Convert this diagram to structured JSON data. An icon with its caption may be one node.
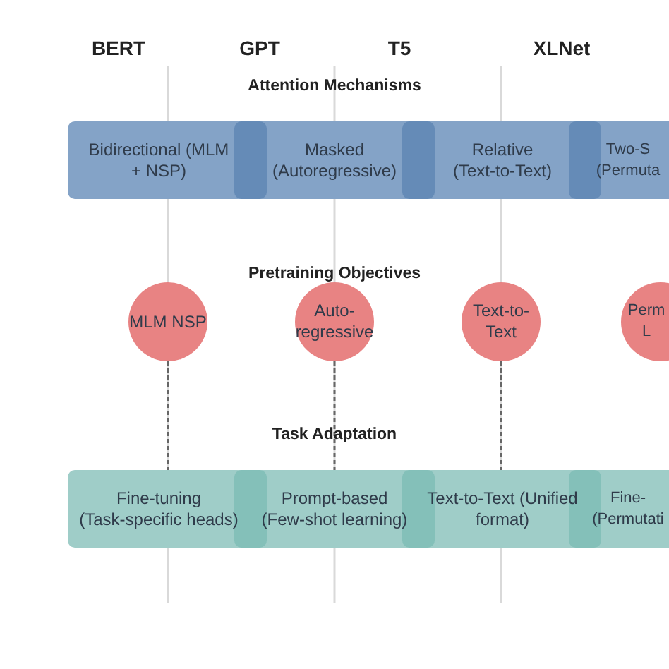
{
  "diagram": {
    "nodes": [
      {
        "text": [
          "Bidirectional (MLM + NSP)"
        ]
      },
      {
        "text": [
          "Masked (Autoregressive)"
        ]
      },
      {
        "text": [
          "Relative (Text-to-Text)"
        ]
      },
      {
        "text": [
          "Two-S (Permuta"
        ]
      },
      {
        "text": [
          "MLM NSP"
        ]
      },
      {
        "text": [
          "Auto- regressive"
        ]
      },
      {
        "text": [
          "Text-to- Text"
        ]
      },
      {
        "text": [
          "Perm L"
        ]
      },
      {
        "text": [
          "Fine-tuning (Task-specific heads)"
        ]
      },
      {
        "text": [
          "Prompt-based (Few-shot learning)"
        ]
      },
      {
        "text": [
          "Text-to-Text (Unified format)"
        ]
      },
      {
        "text": [
          "Fine- (Permutati"
        ]
      }
    ],
    "edges": [
      {
        "from": 4,
        "to": 8,
        "arrow": "none",
        "style": "dashed"
      },
      {
        "from": 5,
        "to": 9,
        "arrow": "none",
        "style": "dashed"
      },
      {
        "from": 6,
        "to": 10,
        "arrow": "none",
        "style": "dashed"
      }
    ],
    "labels": [
      "BERT",
      "GPT",
      "T5",
      "XLNet",
      "Attention Mechanisms",
      "Pretraining Objectives",
      "Task Adaptation"
    ]
  }
}
